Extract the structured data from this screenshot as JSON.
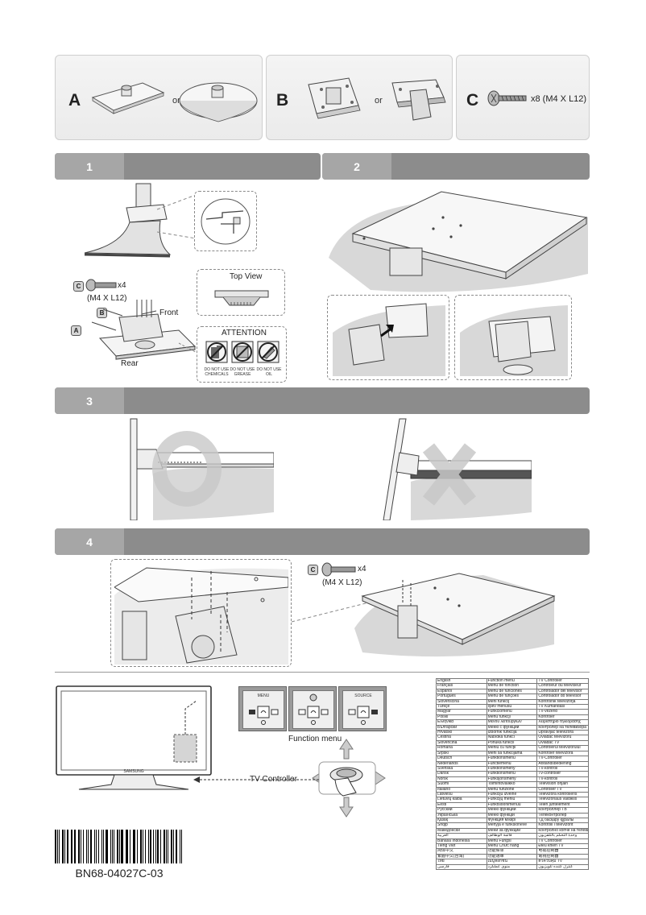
{
  "parts": [
    {
      "letter": "A",
      "or": "or"
    },
    {
      "letter": "B",
      "or": "or"
    },
    {
      "letter": "C",
      "spec": "x8 (M4 X L12)"
    }
  ],
  "steps": [
    {
      "num": "1"
    },
    {
      "num": "2"
    },
    {
      "num": "3"
    },
    {
      "num": "4"
    }
  ],
  "step1": {
    "top_view": "Top View",
    "screw_count": "x4",
    "screw_spec": "(M4 X L12)",
    "front": "Front",
    "rear": "Rear",
    "attention": "ATTENTION",
    "warnings": [
      "DO NOT USE CHEMICALS",
      "DO NOT USE GREASE",
      "DO NOT USE OIL"
    ],
    "letters": [
      "C",
      "B",
      "A"
    ]
  },
  "step4": {
    "screw_count": "x4",
    "screw_spec": "(M4 X L12)",
    "letter": "C"
  },
  "controller": {
    "function_menu": "Function menu",
    "tv_controller": "TV Controller",
    "menu_labels": [
      "MENU",
      "",
      "SOURCE"
    ],
    "brand": "SAMSUNG"
  },
  "languages": [
    [
      "English",
      "Function menu",
      "TV Controller"
    ],
    [
      "Français",
      "Menu de fonction",
      "Contrôleur du téléviseur"
    ],
    [
      "Español",
      "Menú de funciones",
      "Controlador del televisor"
    ],
    [
      "Português",
      "Menu de funções",
      "Controlador do televisor"
    ],
    [
      "Slovenščina",
      "Meni funkcij",
      "Kontrolnik televizorja"
    ],
    [
      "Türkçe",
      "İşlev menüsü",
      "TV Kumandası"
    ],
    [
      "Magyar",
      "Funkciómenü",
      "TV-vezérlő"
    ],
    [
      "Polski",
      "Menu funkcji",
      "Kontroler"
    ],
    [
      "Ελληνικά",
      "Μενού λειτουργιών",
      "Χειριστήριο τηλεόρασης"
    ],
    [
      "Български",
      "Меню с функции",
      "Контролер на телевизора"
    ],
    [
      "Hrvatski",
      "Izbornik funkcija",
      "Upravljač televizora"
    ],
    [
      "Čeština",
      "Nabídka funkcí",
      "Ovladač televizoru"
    ],
    [
      "Slovenčina",
      "Ponuka funkcií",
      "Ovládač TV"
    ],
    [
      "Română",
      "Meniu cu funcții",
      "Controlerul televizorului"
    ],
    [
      "Srpski",
      "Meni sa funkcijama",
      "Kontroler televizora"
    ],
    [
      "Deutsch",
      "Funktionsmenü",
      "TV-Controller"
    ],
    [
      "Nederlands",
      "Functiemenu",
      "Afstandsbediening"
    ],
    [
      "Svenska",
      "Funktionsmeny",
      "TV-kontroll"
    ],
    [
      "Dansk",
      "Funktionsmenu",
      "Tv-controller"
    ],
    [
      "Norsk",
      "Funksjonsmeny",
      "TV-kontroll"
    ],
    [
      "Suomi",
      "Toimintovalikko",
      "Television ohjain"
    ],
    [
      "Italiano",
      "Menu funzione",
      "Controller TV"
    ],
    [
      "Latviešu",
      "Funkciju izvēlne",
      "Televizora kontrolieris"
    ],
    [
      "Lietuvių kalba",
      "Funkcijų meniu",
      "Televizoriaus valdiklis"
    ],
    [
      "Eesti",
      "Funktsioonimenüü",
      "Teleri juhtelement"
    ],
    [
      "Русский",
      "Меню функций",
      "Контроллер ТВ"
    ],
    [
      "Українська",
      "Меню функцій",
      "Телеконтролер"
    ],
    [
      "Қазақ",
      "Функция мәзірі",
      "ТД басқару құралы"
    ],
    [
      "Shqip",
      "Menyja e funksioneve",
      "Kontrolli i televizorit"
    ],
    [
      "Македонски",
      "Мени за функции",
      "Контролно копче на телевизорот"
    ],
    [
      "العربية",
      "قائمة الوظائف",
      "وحدة التحكم بالتلفزيون"
    ],
    [
      "Bahasa Indonesia",
      "Menu Fungsi",
      "TV Controller"
    ],
    [
      "Tiếng Việt",
      "Menu Chức năng",
      "Điều khiển TV"
    ],
    [
      "简体中文",
      "功能菜单",
      "电视控制器"
    ],
    [
      "繁體中文(台灣)",
      "功能選單",
      "電視控制器"
    ],
    [
      "ไทย",
      "เมนูฟังก์ชัน",
      "ตัวควบคุม TV"
    ],
    [
      "فارسی",
      "منوی عملکرد",
      "کنترل کننده تلویزیون"
    ]
  ],
  "barcode_text": "BN68-04027C-03"
}
